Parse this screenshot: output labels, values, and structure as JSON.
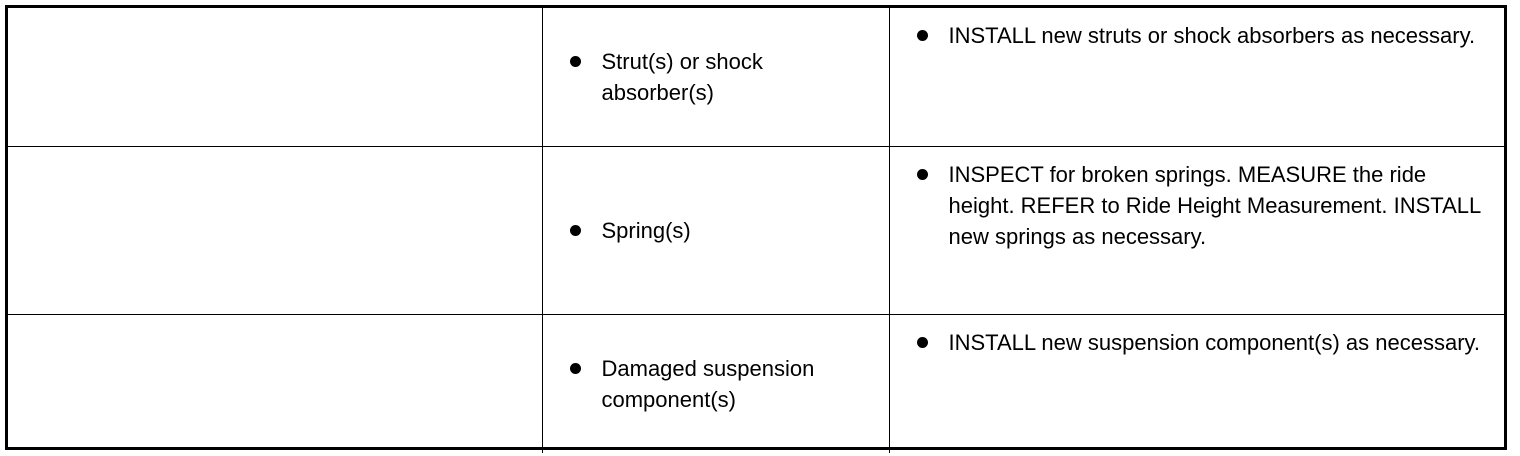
{
  "rows": [
    {
      "condition": "",
      "cause": "Strut(s) or shock absorber(s)",
      "action": "INSTALL new struts or shock absorbers as necessary."
    },
    {
      "condition": "",
      "cause": "Spring(s)",
      "action": "INSPECT for broken springs. MEASURE the ride height. REFER to Ride Height Measurement. INSTALL new springs as necessary."
    },
    {
      "condition": "",
      "cause": "Damaged suspension component(s)",
      "action": "INSTALL new suspension component(s) as necessary."
    }
  ]
}
